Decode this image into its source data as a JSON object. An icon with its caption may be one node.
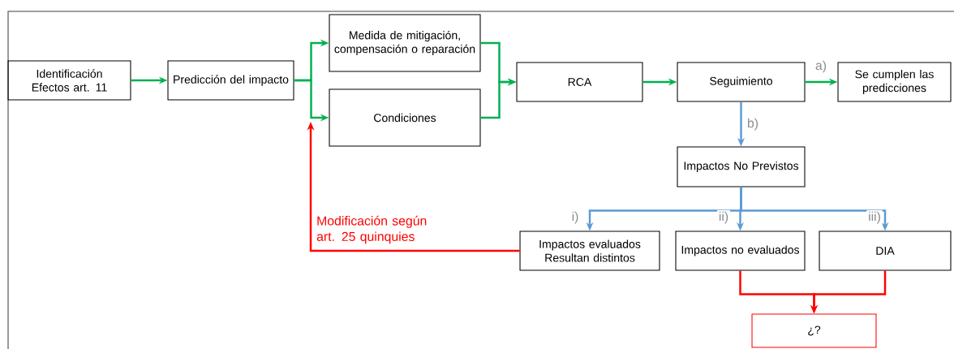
{
  "diagram": {
    "nodes": [
      {
        "text": [
          "Identificación Efectos art. 11"
        ]
      },
      {
        "text": [
          "Predicción del impacto"
        ]
      },
      {
        "text": [
          "Medida de mitigación, compensación o reparación"
        ]
      },
      {
        "text": [
          "Condiciones"
        ]
      },
      {
        "text": [
          "RCA"
        ]
      },
      {
        "text": [
          "Seguimiento"
        ]
      },
      {
        "text": [
          "Se cumplen las predicciones"
        ]
      },
      {
        "text": [
          "Impactos No Previstos"
        ]
      },
      {
        "text": [
          "Impactos evaluados Resultan distintos"
        ]
      },
      {
        "text": [
          "Impactos no evaluados"
        ]
      },
      {
        "text": [
          "DIA"
        ]
      },
      {
        "text": [
          "¿?"
        ]
      }
    ],
    "edges": [
      {
        "from": 0,
        "to": 1,
        "arrow": "to"
      },
      {
        "from": 1,
        "to": 2,
        "arrow": "to"
      },
      {
        "from": 1,
        "to": 3,
        "arrow": "to"
      },
      {
        "from": 2,
        "to": 4,
        "arrow": "to"
      },
      {
        "from": 3,
        "to": 4,
        "arrow": "to"
      },
      {
        "from": 4,
        "to": 5,
        "arrow": "to"
      },
      {
        "from": 5,
        "to": 6,
        "arrow": "to",
        "label": "a)"
      },
      {
        "from": 5,
        "to": 7,
        "arrow": "to",
        "label": "b)",
        "color": "#5b9bd5"
      },
      {
        "from": 7,
        "to": 8,
        "arrow": "to",
        "label": "i)",
        "color": "#5b9bd5"
      },
      {
        "from": 7,
        "to": 9,
        "arrow": "to",
        "label": "ii)",
        "color": "#5b9bd5"
      },
      {
        "from": 7,
        "to": 10,
        "arrow": "to",
        "label": "iii)",
        "color": "#5b9bd5"
      },
      {
        "from": 8,
        "to": null,
        "arrow": "to",
        "label": "Modificación según art. 25 quinquies",
        "color": "#ff0000"
      },
      {
        "from": 9,
        "to": 11,
        "arrow": "to",
        "color": "#ff0000"
      },
      {
        "from": 10,
        "to": 11,
        "arrow": "to",
        "color": "#ff0000"
      }
    ]
  }
}
